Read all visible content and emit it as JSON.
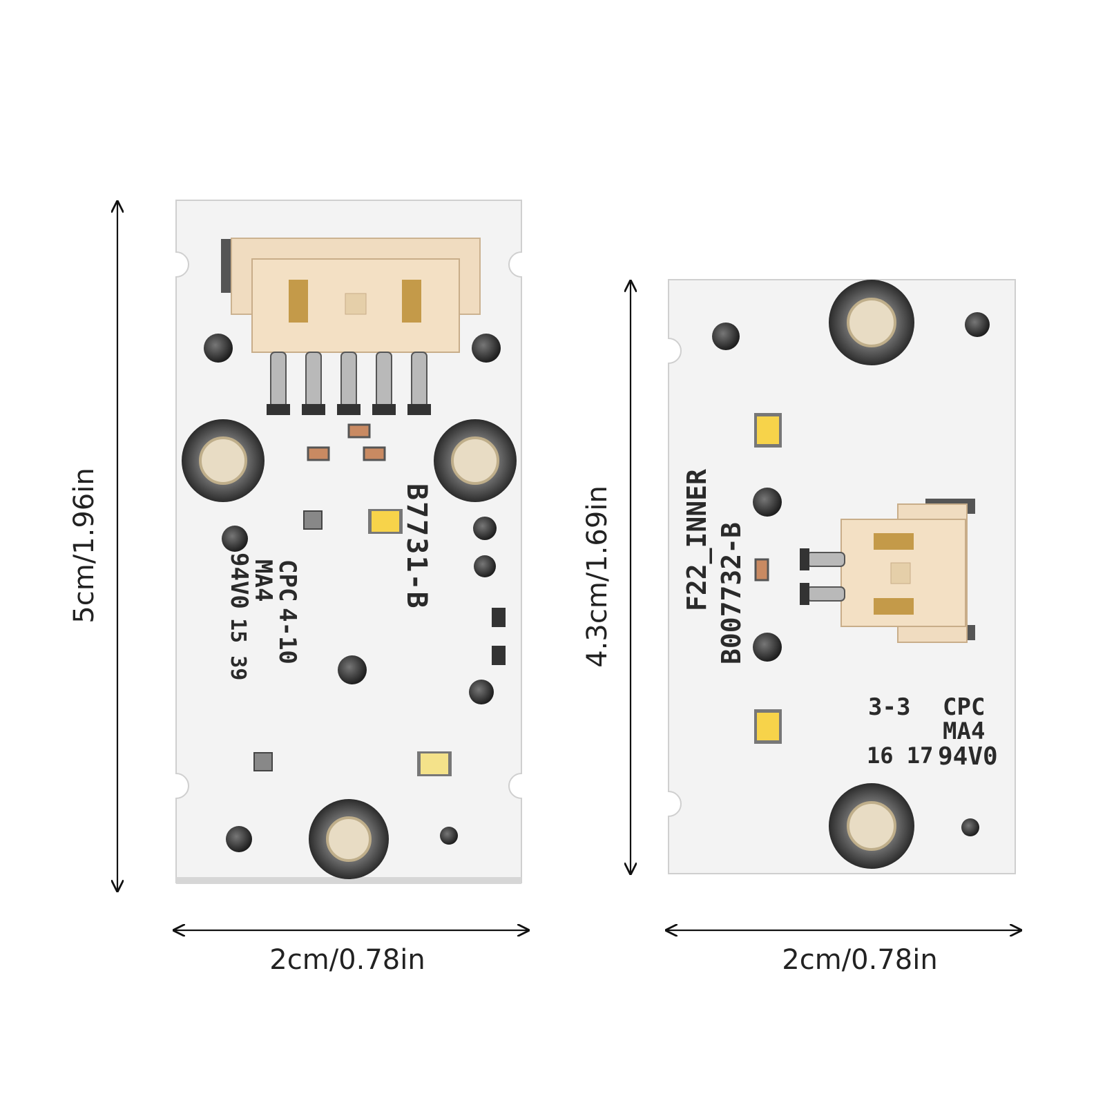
{
  "dimensions": {
    "board_a_height": "5cm/1.96in",
    "board_a_width": "2cm/0.78in",
    "board_b_height": "4.3cm/1.69in",
    "board_b_width": "2cm/0.78in"
  },
  "board_a": {
    "part_number": "B7731-B",
    "cpc": "CPC",
    "ma4": "MA4",
    "rating": "94V0",
    "code": "4-10",
    "date": "15 39"
  },
  "board_b": {
    "part_name": "F22_INNER",
    "part_number": "B007732-B",
    "code": "3-3",
    "cpc": "CPC",
    "ma4": "MA4",
    "rating": "94V0",
    "date": "16 17"
  },
  "colors": {
    "pcb": "#f1f1f1",
    "connector": "#f0dcc0",
    "led": "#f7d34a",
    "pad_ring": "#3a3a3a",
    "hole": "#e8dcc4"
  }
}
